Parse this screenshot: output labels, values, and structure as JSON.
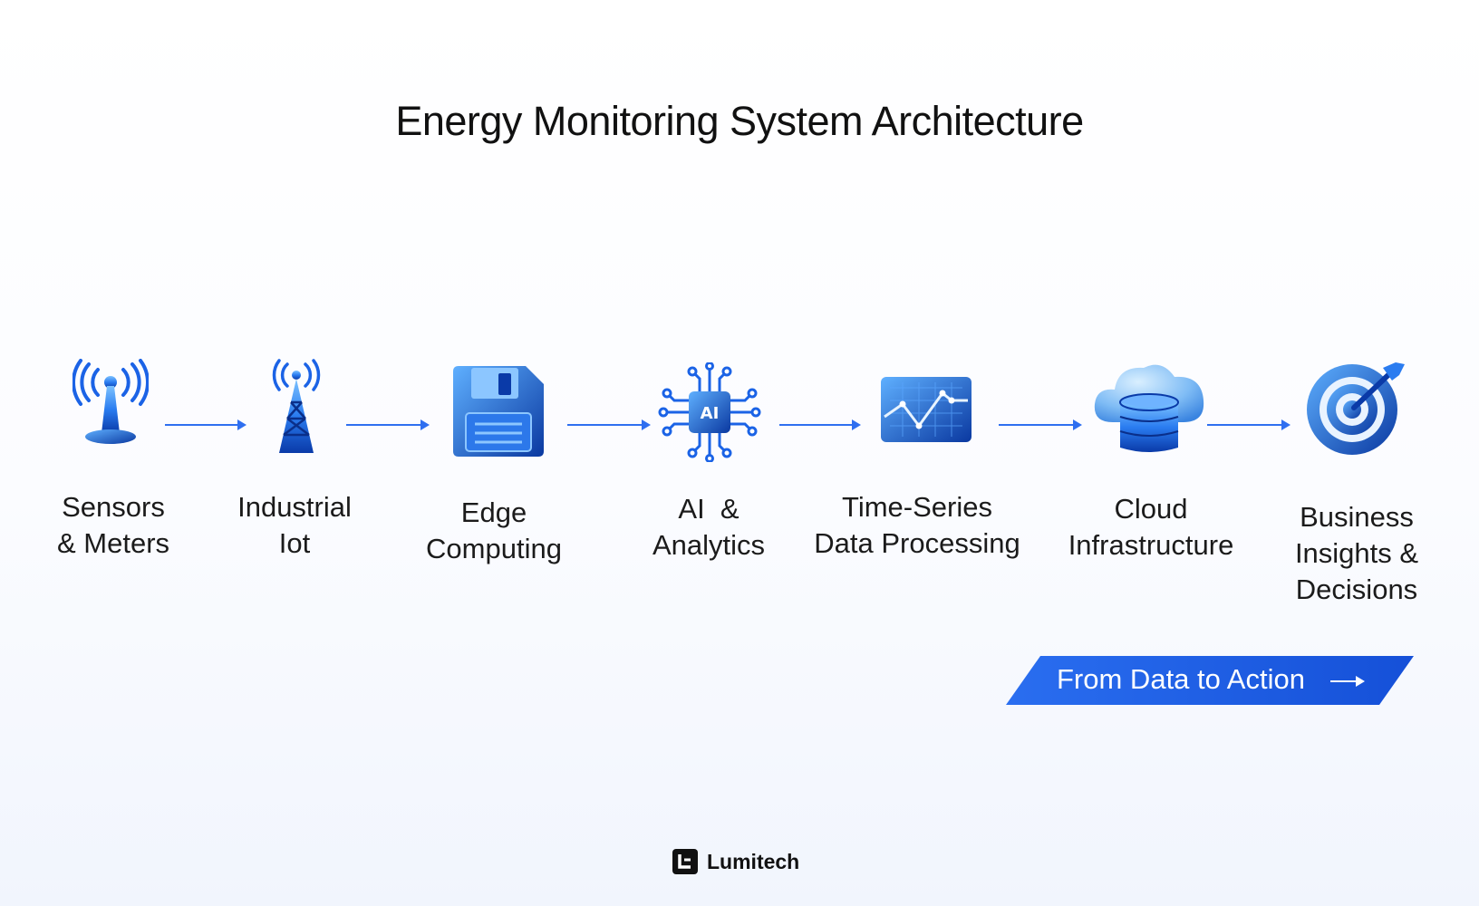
{
  "title": "Energy Monitoring System Architecture",
  "steps": [
    {
      "icon": "antenna-icon",
      "line1": "Sensors",
      "line2": "& Meters"
    },
    {
      "icon": "radio-tower-icon",
      "line1": "Industrial",
      "line2": "Iot"
    },
    {
      "icon": "floppy-disk-icon",
      "line1": "Edge",
      "line2": "Computing"
    },
    {
      "icon": "ai-chip-icon",
      "line1": "AI  &",
      "line2": "Analytics"
    },
    {
      "icon": "line-graph-monitor-icon",
      "line1": "Time-Series",
      "line2": "Data Processing"
    },
    {
      "icon": "cloud-database-icon",
      "line1": "Cloud",
      "line2": "Infrastructure"
    },
    {
      "icon": "target-icon",
      "line1": "Business",
      "line2": "Insights &",
      "line3": "Decisions"
    }
  ],
  "banner": {
    "label": "From Data to Action"
  },
  "brand": {
    "name": "Lumitech",
    "logo": "lumitech-logo-icon"
  },
  "colors": {
    "accent": "#2f6ff0",
    "banner": "#1f5fe0",
    "icon_dark": "#0b3fb0",
    "icon_light": "#6fb7ff"
  }
}
